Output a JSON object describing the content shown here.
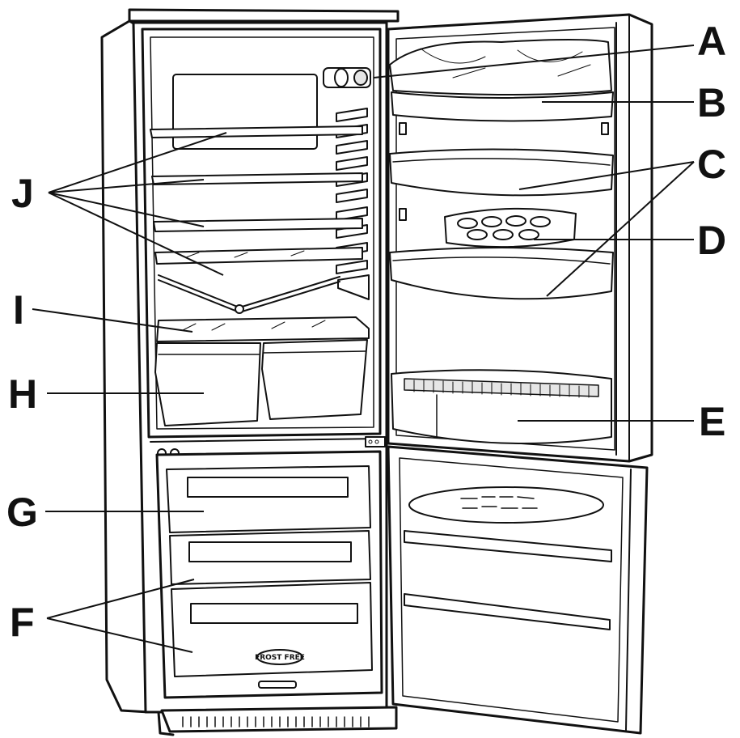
{
  "figure": {
    "subject": "Refrigerator-freezer with both doors open",
    "callouts": [
      {
        "id": "A",
        "letter": "A"
      },
      {
        "id": "B",
        "letter": "B"
      },
      {
        "id": "C",
        "letter": "C"
      },
      {
        "id": "D",
        "letter": "D"
      },
      {
        "id": "E",
        "letter": "E"
      },
      {
        "id": "F",
        "letter": "F"
      },
      {
        "id": "G",
        "letter": "G"
      },
      {
        "id": "H",
        "letter": "H"
      },
      {
        "id": "I",
        "letter": "I"
      },
      {
        "id": "J",
        "letter": "J"
      }
    ],
    "drawer_badge": "FROST FREE",
    "colors": {
      "line": "#111111",
      "background": "#ffffff"
    }
  }
}
